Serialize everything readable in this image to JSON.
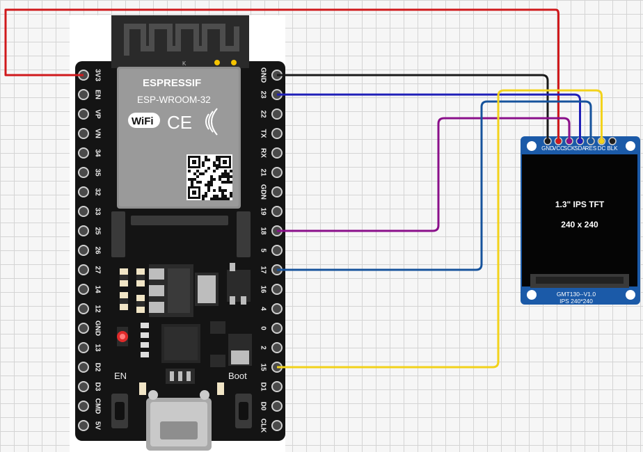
{
  "esp32": {
    "brand": "ESPRESSIF",
    "model": "ESP-WROOM-32",
    "wifi_label": "WiFi",
    "ce_mark": "CE",
    "antenna_mark": "K",
    "en_label": "EN",
    "boot_label": "Boot",
    "left_pins": [
      "3V3",
      "EN",
      "VP",
      "VN",
      "34",
      "35",
      "32",
      "33",
      "25",
      "26",
      "27",
      "14",
      "12",
      "GND",
      "13",
      "D2",
      "D3",
      "CMD",
      "5V"
    ],
    "right_pins": [
      "GND",
      "23",
      "22",
      "TX",
      "RX",
      "21",
      "GDN",
      "19",
      "18",
      "5",
      "17",
      "16",
      "4",
      "0",
      "2",
      "15",
      "D1",
      "D0",
      "CLK"
    ]
  },
  "display": {
    "pins": [
      "GND",
      "VCC",
      "SCK",
      "SDA",
      "RES",
      "DC",
      "BLK"
    ],
    "title": "1.3\" IPS TFT",
    "resolution": "240 x 240",
    "model_line": "GMT130--V1.0",
    "spec_line": "IPS 240*240"
  },
  "wires": [
    {
      "from": "3V3",
      "to": "VCC",
      "color": "#d0191c"
    },
    {
      "from": "GND",
      "to": "GND",
      "color": "#1a1a1a"
    },
    {
      "from": "23",
      "to": "SDA",
      "color": "#1f1fb8"
    },
    {
      "from": "18",
      "to": "SCK",
      "color": "#8a0f8a"
    },
    {
      "from": "17",
      "to": "RES",
      "color": "#16539c"
    },
    {
      "from": "15",
      "to": "DC",
      "color": "#f2d21b"
    }
  ]
}
